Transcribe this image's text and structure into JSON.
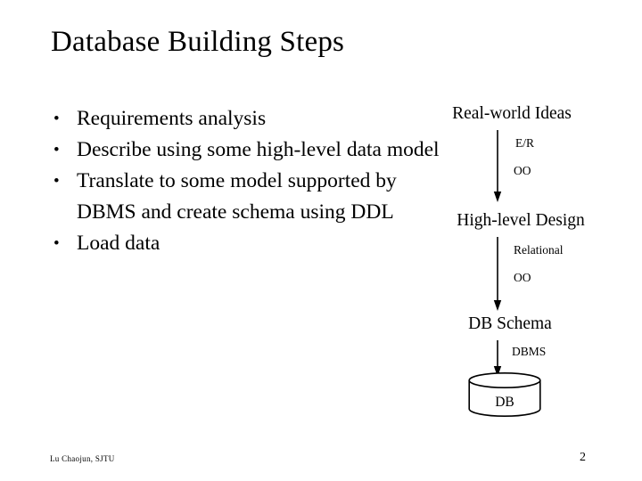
{
  "slide": {
    "title": "Database Building Steps",
    "background_color": "#ffffff",
    "text_color": "#000000"
  },
  "bullets": [
    {
      "text": "Requirements analysis"
    },
    {
      "text": "Describe using some high-level data model"
    },
    {
      "text": "Translate to some model supported by DBMS and create schema using DDL"
    },
    {
      "text": "Load data"
    }
  ],
  "bullet_marker": "•",
  "diagram": {
    "nodes": [
      {
        "label": "Real-world Ideas"
      },
      {
        "label": "High-level Design"
      },
      {
        "label": "DB Schema"
      },
      {
        "label": "DB"
      }
    ],
    "edges": [
      {
        "labels": [
          "E/R",
          "OO"
        ]
      },
      {
        "labels": [
          "Relational",
          "OO"
        ]
      },
      {
        "labels": [
          "DBMS"
        ]
      }
    ],
    "edge_labels": {
      "er": "E/R",
      "oo_first": "OO",
      "relational": "Relational",
      "oo_second": "OO",
      "dbms": "DBMS"
    }
  },
  "footer": {
    "author": "Lu Chaojun, SJTU",
    "page_number": "2"
  }
}
